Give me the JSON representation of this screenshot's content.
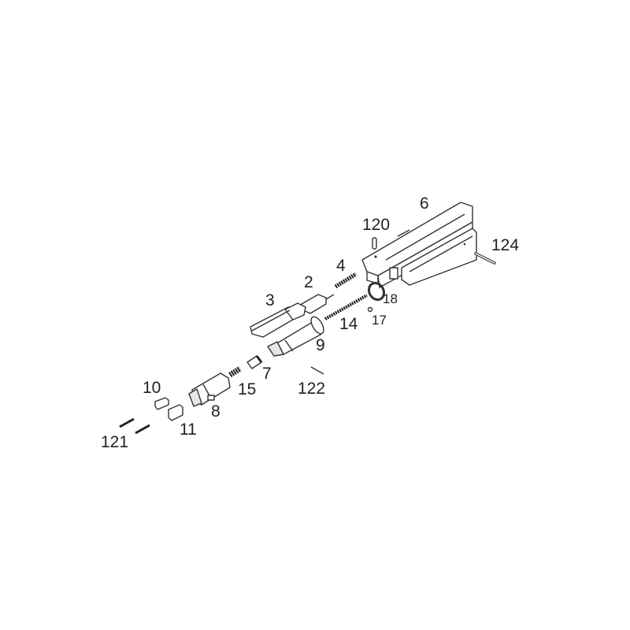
{
  "diagram": {
    "type": "exploded parts diagram",
    "labels": {
      "p6": "6",
      "p120": "120",
      "p124": "124",
      "p4": "4",
      "p2": "2",
      "p18": "18",
      "p3": "3",
      "p17": "17",
      "p14": "14",
      "p9": "9",
      "p7": "7",
      "p122": "122",
      "p15": "15",
      "p10": "10",
      "p8": "8",
      "p11": "11",
      "p121": "121"
    }
  }
}
